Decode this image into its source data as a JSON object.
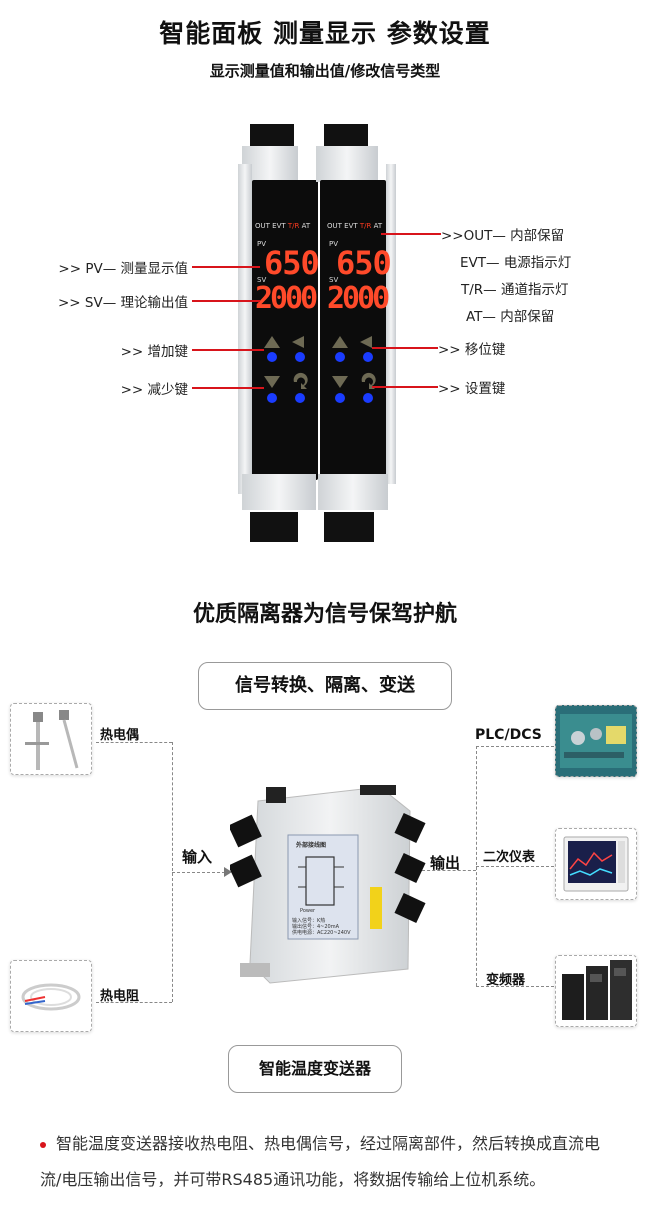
{
  "section1": {
    "title": "智能面板  测量显示  参数设置",
    "subtitle": "显示测量值和输出值/修改信号类型",
    "panel": {
      "indicators": [
        "OUT",
        "EVT",
        "T/R",
        "AT"
      ],
      "pv_tag": "PV",
      "sv_tag": "SV",
      "pv_value": "650",
      "sv_value": "2000"
    },
    "left_labels": [
      ">> PV— 测量显示值",
      ">> SV— 理论输出值",
      ">> 增加键",
      ">> 减少键"
    ],
    "right_labels": [
      ">>OUT— 内部保留",
      "EVT— 电源指示灯",
      "T/R—  通道指示灯",
      "AT—  内部保留",
      ">> 移位键",
      ">> 设置键"
    ]
  },
  "section2": {
    "title": "优质隔离器为信号保驾护航",
    "top_box": "信号转换、隔离、变送",
    "bottom_box": "智能温度变送器",
    "input_label": "输入",
    "output_label": "输出",
    "inputs": [
      "热电偶",
      "热电阻"
    ],
    "outputs": [
      "PLC/DCS",
      "二次仪表",
      "变频器"
    ],
    "device_title": "外部接线图",
    "device_lines": [
      "输入信号：K热",
      "输出信号：4~20mA",
      "供电电源：AC220~240V"
    ],
    "device_power": "Power"
  },
  "description": "智能温度变送器接收热电阻、热电偶信号，经过隔离部件，然后转换成直流电流/电压输出信号，并可带RS485通讯功能，将数据传输给上位机系统。",
  "colors": {
    "accent": "#d8141b",
    "digit": "#ff4a2a",
    "key_blue": "#1a3cff"
  }
}
